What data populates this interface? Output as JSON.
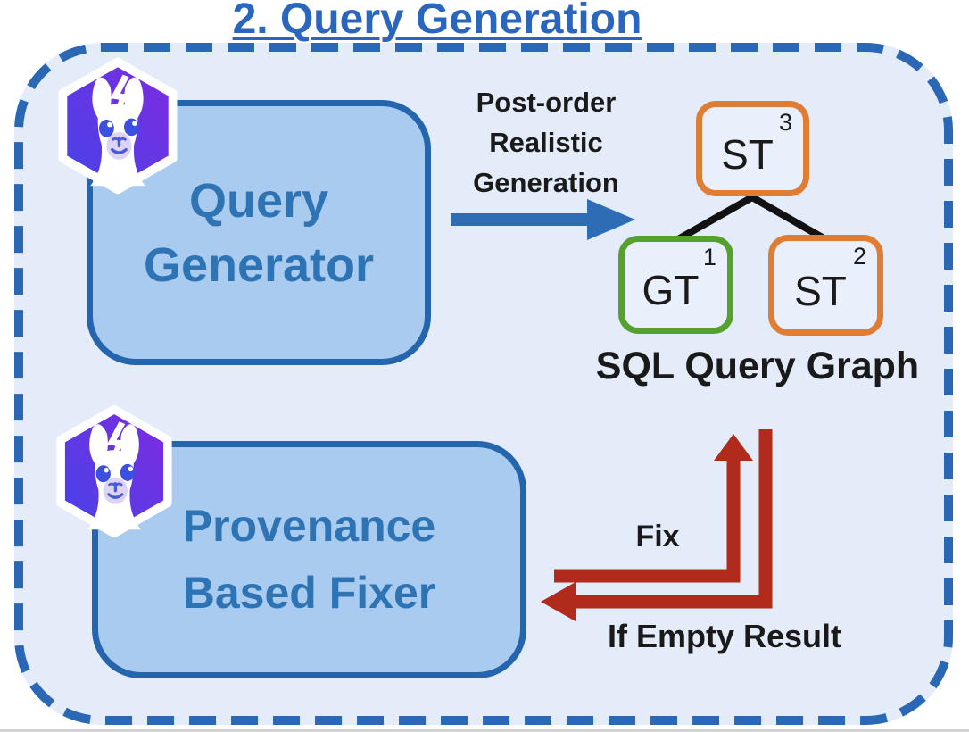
{
  "title": "2. Query Generation",
  "colors": {
    "title-blue": "#2B66BE",
    "dash-blue": "#2A67B5",
    "panel-fill": "#E4ECFA",
    "box-fill": "#A8CBEF",
    "box-border": "#2565AE",
    "box-text": "#2E74B5",
    "arrow-blue": "#2E6CB5",
    "arrow-red": "#B02B1B",
    "node-orange": "#DF7D35",
    "node-green": "#55A02F",
    "edge-black": "#111111",
    "text-black": "#1A1A1A"
  },
  "boxes": {
    "query_generator": {
      "line1": "Query",
      "line2": "Generator"
    },
    "provenance_fixer": {
      "line1": "Provenance",
      "line2": "Based Fixer"
    }
  },
  "labels": {
    "post_order": {
      "line1": "Post-order",
      "line2": "Realistic",
      "line3": "Generation"
    },
    "graph_caption": "SQL Query Graph",
    "fix": "Fix",
    "if_empty": "If Empty Result"
  },
  "graph": {
    "caption": "SQL Query Graph",
    "nodes": [
      {
        "label": "ST",
        "superscript": "3",
        "color": "orange"
      },
      {
        "label": "GT",
        "superscript": "1",
        "color": "green"
      },
      {
        "label": "ST",
        "superscript": "2",
        "color": "orange"
      }
    ],
    "edges": [
      {
        "from": "ST3",
        "to": "GT1"
      },
      {
        "from": "ST3",
        "to": "ST2"
      }
    ]
  },
  "icons": {
    "llama": "llama-hexagon-icon",
    "arrow_right": "blue-right-arrow",
    "arrow_fix": "red-up-elbow-arrow",
    "arrow_empty": "red-left-elbow-arrow"
  }
}
